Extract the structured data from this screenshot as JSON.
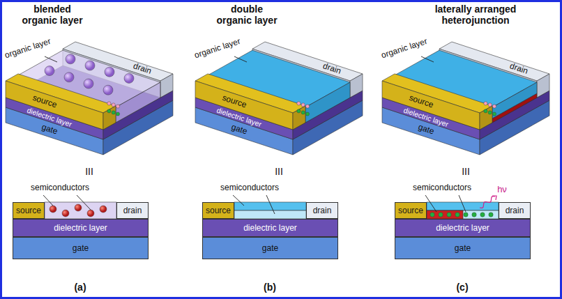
{
  "diagram": {
    "nodes": [
      {
        "text": [
          "source"
        ]
      },
      {
        "text": [
          "drain"
        ]
      },
      {
        "text": [
          "dielectric layer"
        ]
      },
      {
        "text": [
          "gate"
        ]
      },
      {
        "text": [
          "source"
        ]
      },
      {
        "text": [
          "drain"
        ]
      },
      {
        "text": [
          "dielectric layer"
        ]
      },
      {
        "text": [
          "gate"
        ]
      },
      {
        "text": [
          "source"
        ]
      },
      {
        "text": [
          "drain"
        ]
      },
      {
        "text": [
          "dielectric layer"
        ]
      },
      {
        "text": [
          "gate"
        ]
      }
    ],
    "labels": [
      "blended organic layer",
      "organic layer",
      "drain",
      "source",
      "dielectric layer",
      "gate",
      "III",
      "semiconductors",
      "(a)",
      "double organic layer",
      "organic layer",
      "drain",
      "source",
      "dielectric layer",
      "gate",
      "III",
      "semiconductors",
      "(b)",
      "laterally arranged heterojunction",
      "organic layer",
      "drain",
      "source",
      "dielectric layer",
      "gate",
      "III",
      "semiconductors",
      "(c)",
      "hν"
    ]
  }
}
